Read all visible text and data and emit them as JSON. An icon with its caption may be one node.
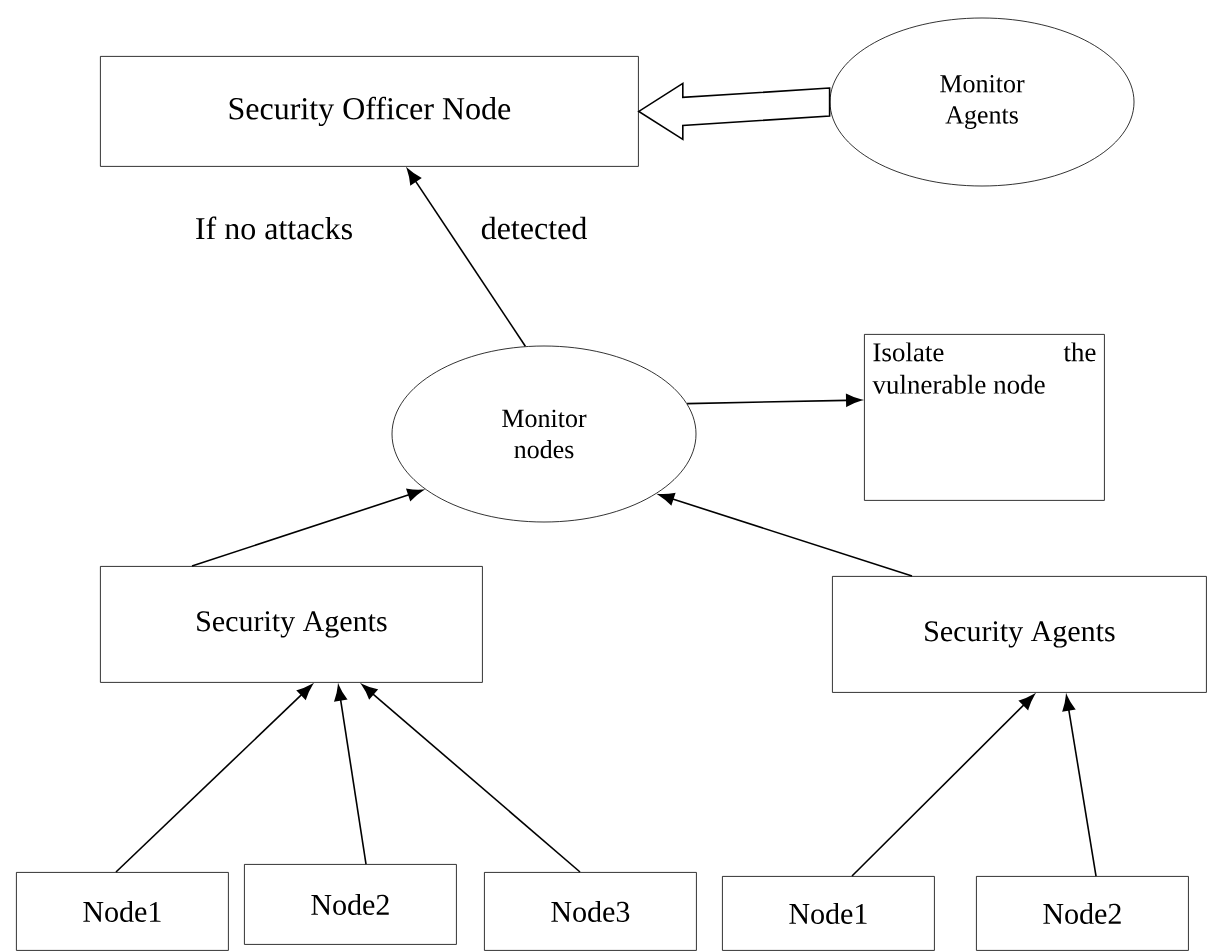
{
  "diagram": {
    "nodes": [
      {
        "text": [
          "Security Officer Node"
        ]
      },
      {
        "text": [
          "Monitor Agents"
        ]
      },
      {
        "text": [
          "Monitor nodes"
        ]
      },
      {
        "text": [
          "Isolate the vulnerable node"
        ]
      },
      {
        "text": [
          "Security Agents"
        ]
      },
      {
        "text": [
          "Security Agents"
        ]
      },
      {
        "text": [
          "Node1"
        ]
      },
      {
        "text": [
          "Node2"
        ]
      },
      {
        "text": [
          "Node3"
        ]
      },
      {
        "text": [
          "Node1"
        ]
      },
      {
        "text": [
          "Node2"
        ]
      }
    ],
    "edges": [
      {
        "from": 1,
        "to": 0,
        "arrow": "to",
        "style": "thick"
      },
      {
        "from": 2,
        "to": 0,
        "arrow": "to"
      },
      {
        "from": 2,
        "to": 3,
        "arrow": "to"
      },
      {
        "from": 4,
        "to": 2,
        "arrow": "to"
      },
      {
        "from": 5,
        "to": 2,
        "arrow": "to"
      },
      {
        "from": 6,
        "to": 4,
        "arrow": "to"
      },
      {
        "from": 7,
        "to": 4,
        "arrow": "to"
      },
      {
        "from": 8,
        "to": 4,
        "arrow": "to"
      },
      {
        "from": 9,
        "to": 5,
        "arrow": "to"
      },
      {
        "from": 10,
        "to": 5,
        "arrow": "to"
      }
    ],
    "labels": [
      "If no attacks",
      "detected"
    ]
  }
}
